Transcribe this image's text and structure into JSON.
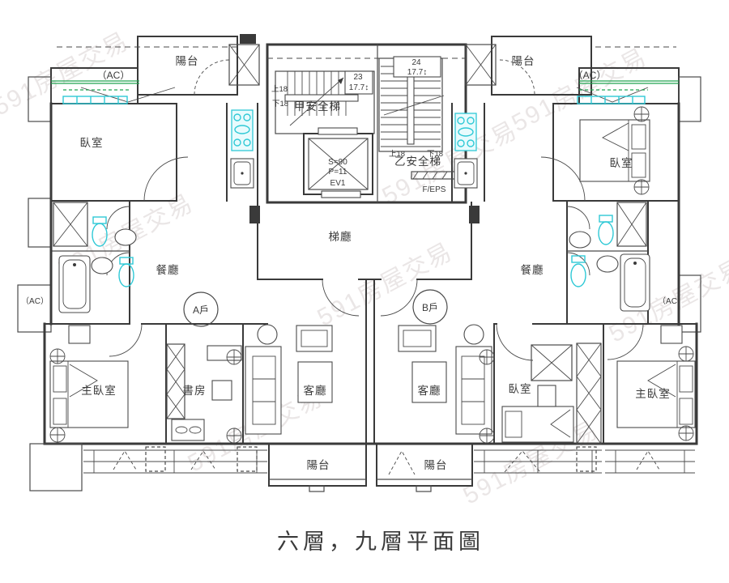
{
  "title": "六層，九層平面圖",
  "watermark": {
    "text": "591房屋交易"
  },
  "colors": {
    "wall": "#3a3a3a",
    "line": "#4a4a4a",
    "fixture_cyan": "#2fc9d6",
    "window_green": "#21a351",
    "watermark_gray": "#cfc6c6",
    "background": "#ffffff"
  },
  "labels": {
    "balcony": "陽台",
    "ac": "（AC）",
    "bedroom": "臥室",
    "master_bedroom": "主臥室",
    "study": "書房",
    "living": "客廳",
    "dining": "餐廳",
    "hall": "梯廳",
    "stair_a": "甲安全梯",
    "stair_b": "乙安全梯",
    "unit_a": "A戶",
    "unit_b": "B戶",
    "up18": "上18",
    "down18": "下18",
    "steps_a": "23",
    "steps_b": "24",
    "rise": "17.7↕",
    "f_eps": "F/EPS",
    "elev_s": "S=90",
    "elev_p": "P=11",
    "elev_id": "EV1"
  }
}
